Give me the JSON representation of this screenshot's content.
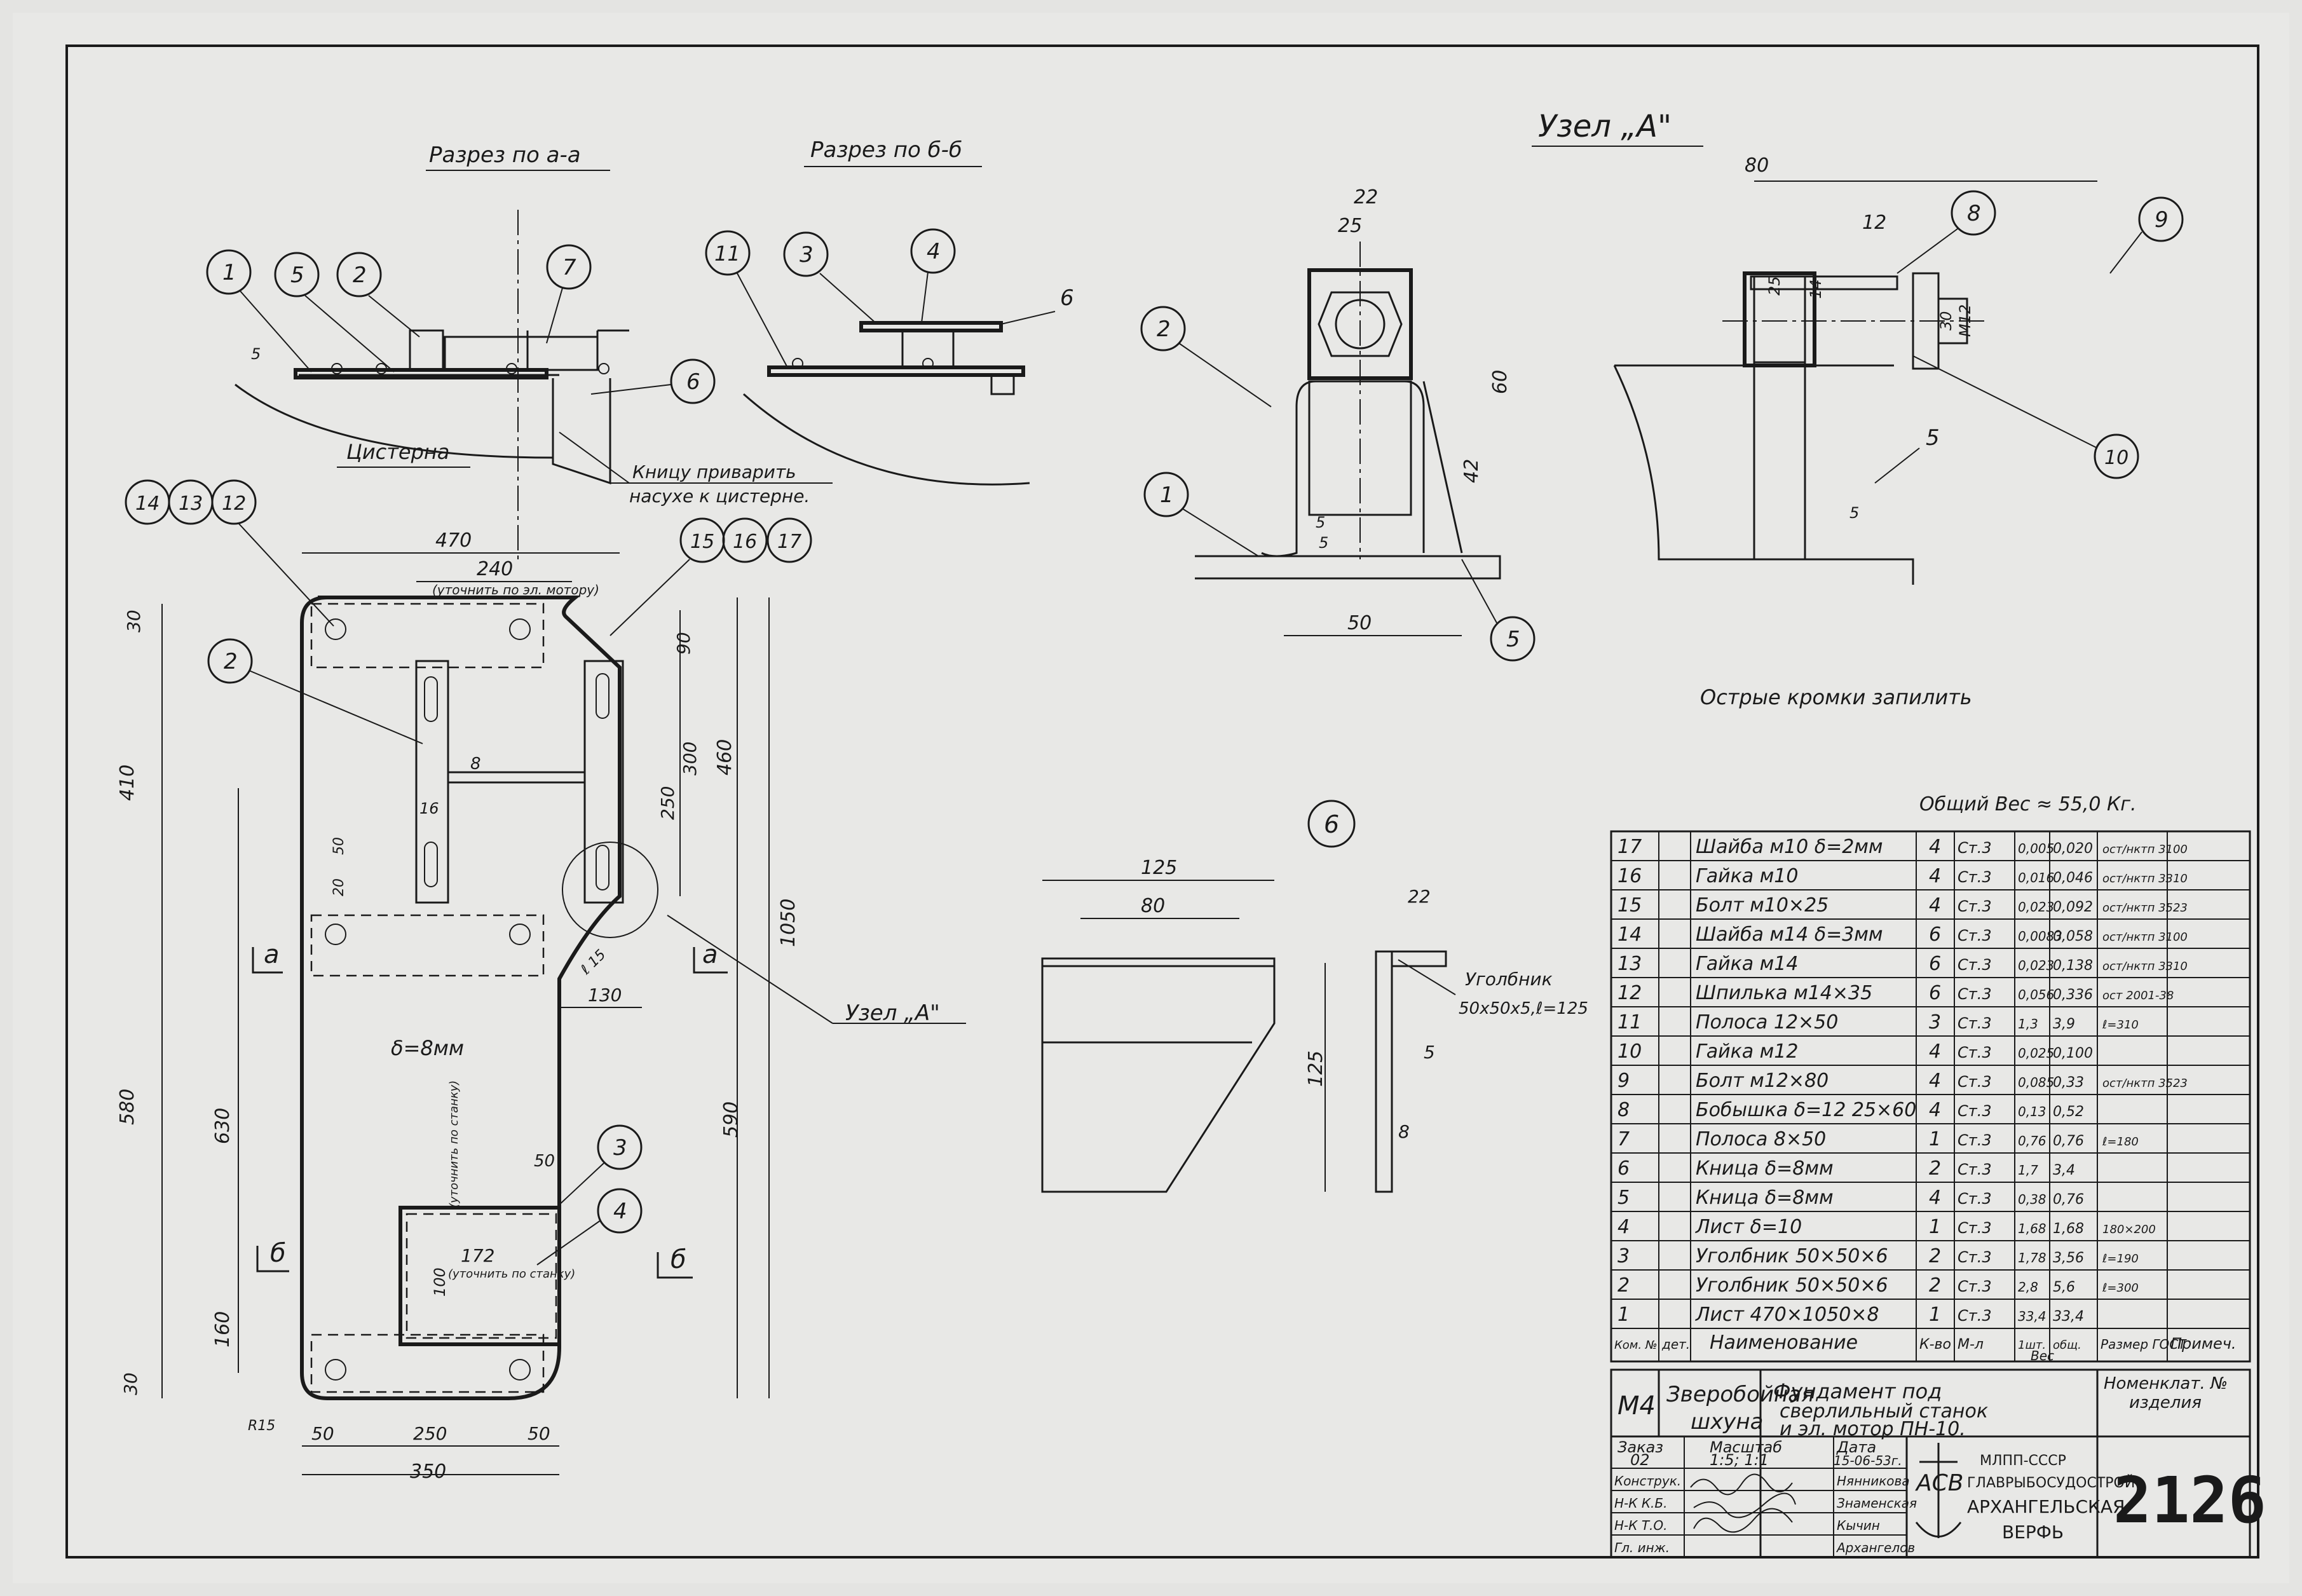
{
  "views": {
    "section_aa": "Разрез по а-а",
    "section_bb": "Разрез по б-б",
    "node_a": "Узел „А\"",
    "tank": "Цистерна",
    "weld_note_1": "Кницу приварить",
    "weld_note_2": "насухе к цистерне.",
    "sharp_edges": "Острые кромки запилить",
    "total_weight": "Общий Вес ≈ 55,0 Кг.",
    "thickness": "δ=8мм",
    "node_ref": "Узел „А\"",
    "detail_6_label": "6",
    "angle_label_1": "Уголбник",
    "angle_label_2": "50х50х5,ℓ=125",
    "refine_motor": "(уточнить по эл. мотору)",
    "refine_machine": "(уточнить по станку)",
    "refine_machine_2": "(уточнить по станку)",
    "cut_a": "а",
    "cut_b": "б"
  },
  "dims": {
    "d470": "470",
    "d240": "240",
    "d30a": "30",
    "d410": "410",
    "d90": "90",
    "d460": "460",
    "d300": "300",
    "d250": "250",
    "d8": "8",
    "d16": "16",
    "d50a": "50",
    "d20": "20",
    "d1050": "1050",
    "d130": "130",
    "d15": "ℓ 15",
    "d580": "580",
    "d630": "630",
    "d590": "590",
    "d50b": "50",
    "d172": "172",
    "d100": "100",
    "d160": "160",
    "d30b": "30",
    "dR15": "R15",
    "d50c": "50",
    "d250b": "250",
    "d50d": "50",
    "d350": "350",
    "d5": "5",
    "n22": "22",
    "n25": "25",
    "n60": "60",
    "n42": "42",
    "n5a": "5",
    "n5b": "5",
    "n50": "50",
    "n80": "80",
    "n12": "12",
    "n25b": "25",
    "n14": "14",
    "n30": "30",
    "nM12": "M12",
    "n5c": "5",
    "k125": "125",
    "k80": "80",
    "k125v": "125",
    "k22": "22",
    "k5": "5",
    "k8": "8"
  },
  "balloons": {
    "b1": "1",
    "b5": "5",
    "b2": "2",
    "b7": "7",
    "b6": "6",
    "b11": "11",
    "b3": "3",
    "b4": "4",
    "b6b": "6",
    "b14": "14",
    "b13": "13",
    "b12": "12",
    "b15": "15",
    "b16": "16",
    "b17": "17",
    "b2b": "2",
    "b3b": "3",
    "b4b": "4",
    "n2": "2",
    "n1": "1",
    "n5": "5",
    "n8": "8",
    "n9": "9",
    "n10": "10",
    "n5s": "5"
  },
  "bom_header": {
    "pos": "Ком. №",
    "det": "дет.",
    "name": "Наименование",
    "qty": "К-во",
    "mat": "М-л",
    "w1": "1шт.",
    "wt": "общ.",
    "weight": "Вес",
    "size": "Размер ГОСТ",
    "note": "Примеч."
  },
  "bom": [
    {
      "n": "17",
      "name": "Шайба м10 δ=2мм",
      "q": "4",
      "m": "Ст.3",
      "w1": "0,005",
      "w": "0,020",
      "s": "ост/нктп 3100"
    },
    {
      "n": "16",
      "name": "Гайка м10",
      "q": "4",
      "m": "Ст.3",
      "w1": "0,016",
      "w": "0,046",
      "s": "ост/нктп 3310"
    },
    {
      "n": "15",
      "name": "Болт м10×25",
      "q": "4",
      "m": "Ст.3",
      "w1": "0,023",
      "w": "0,092",
      "s": "ост/нктп 3523"
    },
    {
      "n": "14",
      "name": "Шайба м14 δ=3мм",
      "q": "6",
      "m": "Ст.3",
      "w1": "0,0083",
      "w": "0,058",
      "s": "ост/нктп 3100"
    },
    {
      "n": "13",
      "name": "Гайка м14",
      "q": "6",
      "m": "Ст.3",
      "w1": "0,023",
      "w": "0,138",
      "s": "ост/нктп 3310"
    },
    {
      "n": "12",
      "name": "Шпилька м14×35",
      "q": "6",
      "m": "Ст.3",
      "w1": "0,056",
      "w": "0,336",
      "s": "ост 2001-38"
    },
    {
      "n": "11",
      "name": "Полоса 12×50",
      "q": "3",
      "m": "Ст.3",
      "w1": "1,3",
      "w": "3,9",
      "s": "ℓ=310"
    },
    {
      "n": "10",
      "name": "Гайка м12",
      "q": "4",
      "m": "Ст.3",
      "w1": "0,025",
      "w": "0,100",
      "s": ""
    },
    {
      "n": "9",
      "name": "Болт м12×80",
      "q": "4",
      "m": "Ст.3",
      "w1": "0,085",
      "w": "0,33",
      "s": "ост/нктп 3523"
    },
    {
      "n": "8",
      "name": "Бобышка δ=12 25×60",
      "q": "4",
      "m": "Ст.3",
      "w1": "0,13",
      "w": "0,52",
      "s": ""
    },
    {
      "n": "7",
      "name": "Полоса 8×50",
      "q": "1",
      "m": "Ст.3",
      "w1": "0,76",
      "w": "0,76",
      "s": "ℓ=180"
    },
    {
      "n": "6",
      "name": "Кница δ=8мм",
      "q": "2",
      "m": "Ст.3",
      "w1": "1,7",
      "w": "3,4",
      "s": ""
    },
    {
      "n": "5",
      "name": "Кница δ=8мм",
      "q": "4",
      "m": "Ст.3",
      "w1": "0,38",
      "w": "0,76",
      "s": ""
    },
    {
      "n": "4",
      "name": "Лист δ=10",
      "q": "1",
      "m": "Ст.3",
      "w1": "1,68",
      "w": "1,68",
      "s": "180×200"
    },
    {
      "n": "3",
      "name": "Уголбник 50×50×6",
      "q": "2",
      "m": "Ст.3",
      "w1": "1,78",
      "w": "3,56",
      "s": "ℓ=190"
    },
    {
      "n": "2",
      "name": "Уголбник 50×50×6",
      "q": "2",
      "m": "Ст.3",
      "w1": "2,8",
      "w": "5,6",
      "s": "ℓ=300"
    },
    {
      "n": "1",
      "name": "Лист 470×1050×8",
      "q": "1",
      "m": "Ст.3",
      "w1": "33,4",
      "w": "33,4",
      "s": ""
    }
  ],
  "title_block": {
    "code": "М4",
    "vessel_1": "Зверобойная",
    "vessel_2": "шхуна",
    "title_1": "Фундамент под",
    "title_2": "сверлильный станок",
    "title_3": "и эл. мотор ПН-10.",
    "nomencl_1": "Номенклат. №",
    "nomencl_2": "изделия",
    "order_label": "Заказ",
    "order_val": "02",
    "scale_label": "Масштаб",
    "scale_val": "1:5; 1:1",
    "date_label": "Дата",
    "date_val": "15-06-53г.",
    "r1_role": "Конструк.",
    "r2_role": "Н-К К.Б.",
    "r3_role": "Н-К Т.О.",
    "r4_role": "Гл. инж.",
    "r1_name": "Нянникова",
    "r2_name": "Знаменская",
    "r3_name": "Кычин",
    "r4_name": "Архангелов",
    "org_1": "МЛПП-СССР",
    "org_2": "ГЛАВРЫБОСУДОСТРОЙ",
    "org_3": "АРХАНГЕЛЬСКАЯ",
    "org_4": "ВЕРФЬ",
    "logo": "АСВ",
    "sheet_no": "2126"
  }
}
